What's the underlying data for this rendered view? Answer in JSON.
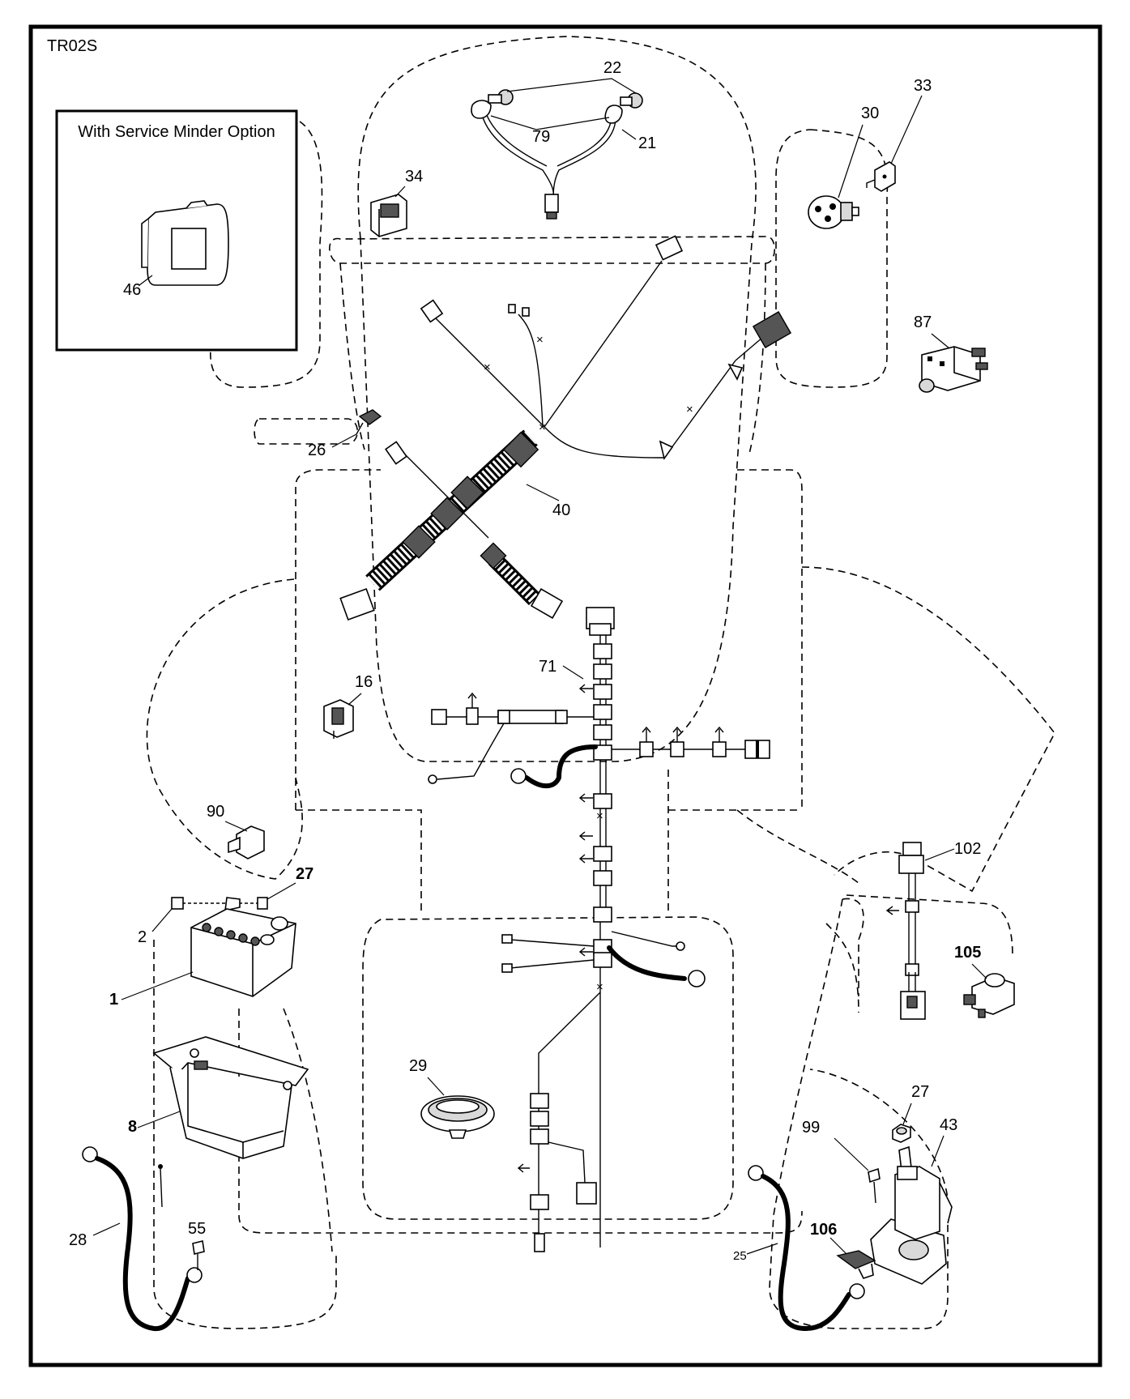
{
  "diagram_id": "TR02S",
  "inset": {
    "caption": "With Service Minder Option"
  },
  "callouts": {
    "c1": "1",
    "c2": "2",
    "c8": "8",
    "c16": "16",
    "c21": "21",
    "c22": "22",
    "c25": "25",
    "c26": "26",
    "c27a": "27",
    "c27b": "27",
    "c28": "28",
    "c29": "29",
    "c30": "30",
    "c33": "33",
    "c34": "34",
    "c40": "40",
    "c43": "43",
    "c46": "46",
    "c55": "55",
    "c71": "71",
    "c79": "79",
    "c87": "87",
    "c90": "90",
    "c99": "99",
    "c102": "102",
    "c105": "105",
    "c106": "106"
  }
}
